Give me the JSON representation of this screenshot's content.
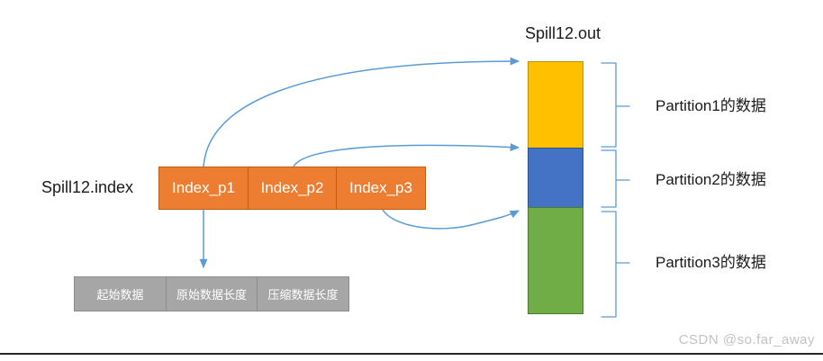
{
  "out_file": {
    "title": "Spill12.out",
    "partitions": [
      {
        "label": "Partition1的数据",
        "color": "#FFC000",
        "border_color": "#BF9000"
      },
      {
        "label": "Partition2的数据",
        "color": "#4472C4",
        "border_color": "#2E5395"
      },
      {
        "label": "Partition3的数据",
        "color": "#70AD47",
        "border_color": "#4E7A2F"
      }
    ]
  },
  "index_file": {
    "title": "Spill12.index",
    "blocks": [
      "Index_p1",
      "Index_p2",
      "Index_p3"
    ],
    "block_color": "#ED7D31",
    "block_border_color": "#C55A11",
    "fields": [
      "起始数据",
      "原始数据长度",
      "压缩数据长度"
    ],
    "field_color": "#A6A6A6",
    "field_border_color": "#8C8C8C"
  },
  "connector_color": "#5B9BD5",
  "watermark": "CSDN @so.far_away"
}
